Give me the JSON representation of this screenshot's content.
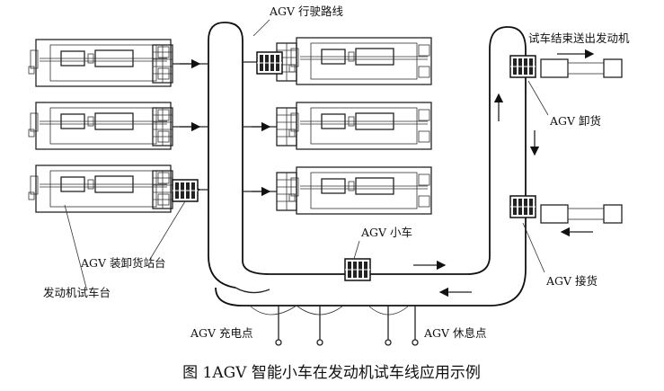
{
  "labels": {
    "agv_route": "AGV 行驶路线",
    "test_done": "试车结束送出发动机",
    "agv_unload": "AGV 卸货",
    "agv_cart": "AGV 小车",
    "agv_receive": "AGV 接货",
    "agv_station": "AGV 装卸货站台",
    "engine_bench": "发动机试车台",
    "agv_charge": "AGV 充电点",
    "agv_rest": "AGV 休息点"
  },
  "caption": "图 1AGV 智能小车在发动机试车线应用示例",
  "test_stands": {
    "left_column_count": 3,
    "right_column_count": 3
  }
}
